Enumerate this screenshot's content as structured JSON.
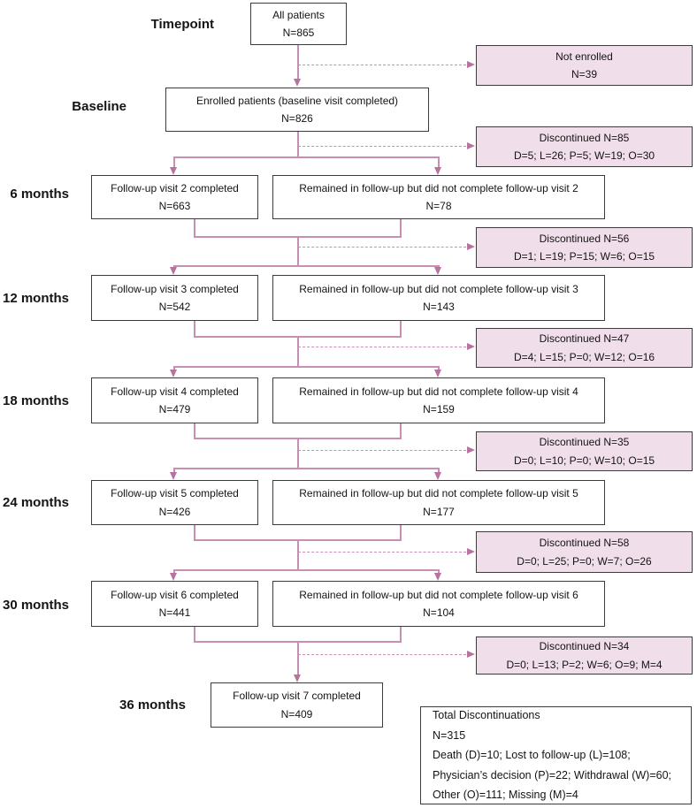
{
  "colors": {
    "flow_line": "#c98fb3",
    "arrowhead": "#b8729f",
    "discontinued_fill": "#f0deea",
    "box_border": "#3b3b3b",
    "text": "#141414"
  },
  "timepoints": {
    "header": "Timepoint",
    "baseline": "Baseline",
    "m6": "6 months",
    "m12": "12 months",
    "m18": "18 months",
    "m24": "24 months",
    "m30": "30 months",
    "m36": "36 months"
  },
  "boxes": {
    "all_patients": {
      "l1": "All patients",
      "l2": "N=865"
    },
    "not_enrolled": {
      "l1": "Not enrolled",
      "l2": "N=39"
    },
    "enrolled": {
      "l1": "Enrolled patients (baseline visit completed)",
      "l2": "N=826"
    },
    "disc_baseline": {
      "l1": "Discontinued N=85",
      "l2": "D=5; L=26; P=5; W=19; O=30"
    },
    "v2c": {
      "l1": "Follow-up visit 2 completed",
      "l2": "N=663"
    },
    "v2r": {
      "l1": "Remained in follow-up but did not complete follow-up visit 2",
      "l2": "N=78"
    },
    "disc_v2": {
      "l1": "Discontinued N=56",
      "l2": "D=1; L=19; P=15; W=6; O=15"
    },
    "v3c": {
      "l1": "Follow-up visit 3 completed",
      "l2": "N=542"
    },
    "v3r": {
      "l1": "Remained in follow-up but did not complete follow-up visit 3",
      "l2": "N=143"
    },
    "disc_v3": {
      "l1": "Discontinued N=47",
      "l2": "D=4; L=15; P=0; W=12; O=16"
    },
    "v4c": {
      "l1": "Follow-up visit 4 completed",
      "l2": "N=479"
    },
    "v4r": {
      "l1": "Remained in follow-up but did not complete follow-up visit 4",
      "l2": "N=159"
    },
    "disc_v4": {
      "l1": "Discontinued N=35",
      "l2": "D=0; L=10; P=0; W=10; O=15"
    },
    "v5c": {
      "l1": "Follow-up visit 5 completed",
      "l2": "N=426"
    },
    "v5r": {
      "l1": "Remained in follow-up but did not complete follow-up visit 5",
      "l2": "N=177"
    },
    "disc_v5": {
      "l1": "Discontinued N=58",
      "l2": "D=0; L=25; P=0; W=7; O=26"
    },
    "v6c": {
      "l1": "Follow-up visit 6 completed",
      "l2": "N=441"
    },
    "v6r": {
      "l1": "Remained in follow-up but did not complete follow-up visit 6",
      "l2": "N=104"
    },
    "disc_v6": {
      "l1": "Discontinued N=34",
      "l2": "D=0; L=13; P=2; W=6; O=9; M=4"
    },
    "v7c": {
      "l1": "Follow-up visit 7 completed",
      "l2": "N=409"
    },
    "total": {
      "l1": "Total Discontinuations",
      "l2": "N=315",
      "l3": "Death (D)=10; Lost to follow-up (L)=108;",
      "l4": "Physician’s decision (P)=22; Withdrawal (W)=60;",
      "l5": "Other (O)=111; Missing (M)=4"
    }
  }
}
